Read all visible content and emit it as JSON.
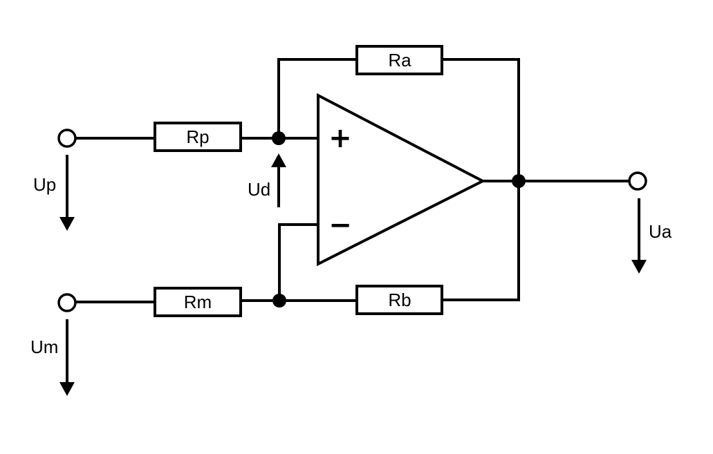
{
  "resistors": {
    "rp": "Rp",
    "rm": "Rm",
    "ra": "Ra",
    "rb": "Rb"
  },
  "voltages": {
    "up": "Up",
    "um": "Um",
    "ud": "Ud",
    "ua": "Ua"
  },
  "opamp": {
    "plus": "+",
    "minus": "−"
  }
}
